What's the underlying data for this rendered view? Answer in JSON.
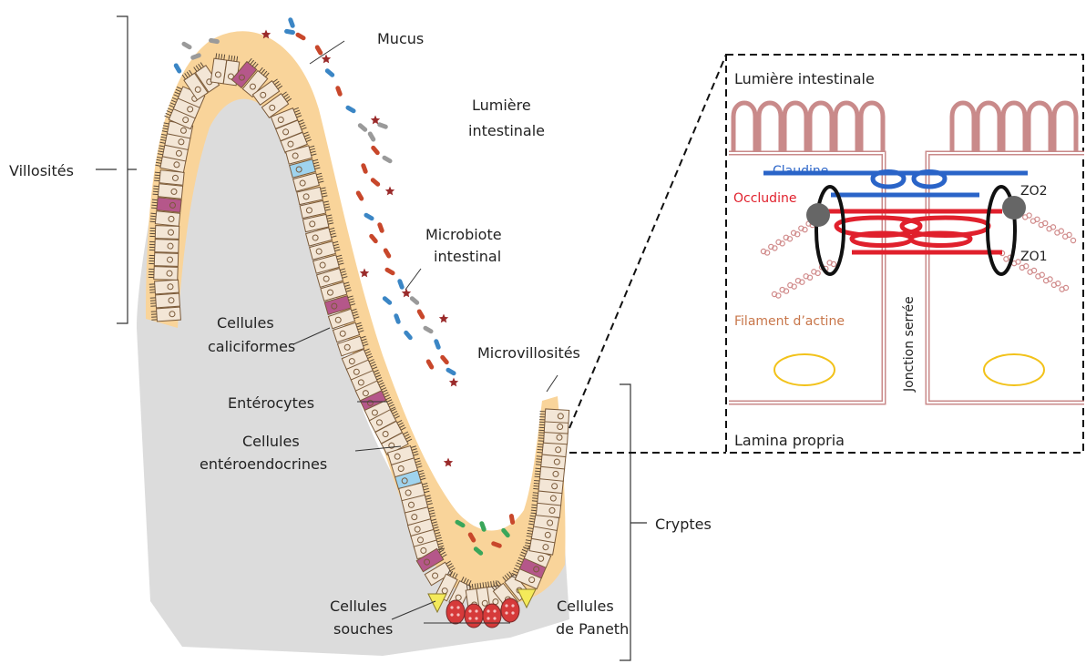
{
  "labels": {
    "mucus": "Mucus",
    "lumen_l1": "Lumière",
    "lumen_l2": "intestinale",
    "microbiota_l1": "Microbiote",
    "microbiota_l2": "intestinal",
    "villi": "Villosités",
    "goblet_l1": "Cellules",
    "goblet_l2": "caliciformes",
    "microvilli": "Microvillosités",
    "enterocytes": "Entérocytes",
    "entero_l1": "Cellules",
    "entero_l2": "entéroendocrines",
    "crypts": "Cryptes",
    "stem_l1": "Cellules",
    "stem_l2": "souches",
    "paneth_l1": "Cellules",
    "paneth_l2": "de Paneth"
  },
  "inset": {
    "lumen": "Lumière intestinale",
    "claudine": "Claudine",
    "occludine": "Occludine",
    "zo2": "ZO2",
    "zo1": "ZO1",
    "actin": "Filament d’actine",
    "junction": "Jonction serrée",
    "lamina": "Lamina propria"
  },
  "colors": {
    "mucus": "#f9d49a",
    "tissue": "#dcdcdc",
    "cell": "#f3e6d6",
    "cell_border": "#7a5a3a",
    "goblet": "#b5578a",
    "endocrine": "#9fd3ee",
    "stem": "#f4ea5a",
    "paneth": "#d63a3a",
    "bacteria_blue": "#3b86c5",
    "bacteria_red": "#c8472b",
    "bacteria_gray": "#9a9a9a",
    "bacteria_green": "#3aa65a",
    "claudine": "#2a64c8",
    "occludine": "#e0202c",
    "actin": "#d08a8a",
    "membrane": "#c98a8a",
    "nucleus": "#f2c21a"
  }
}
